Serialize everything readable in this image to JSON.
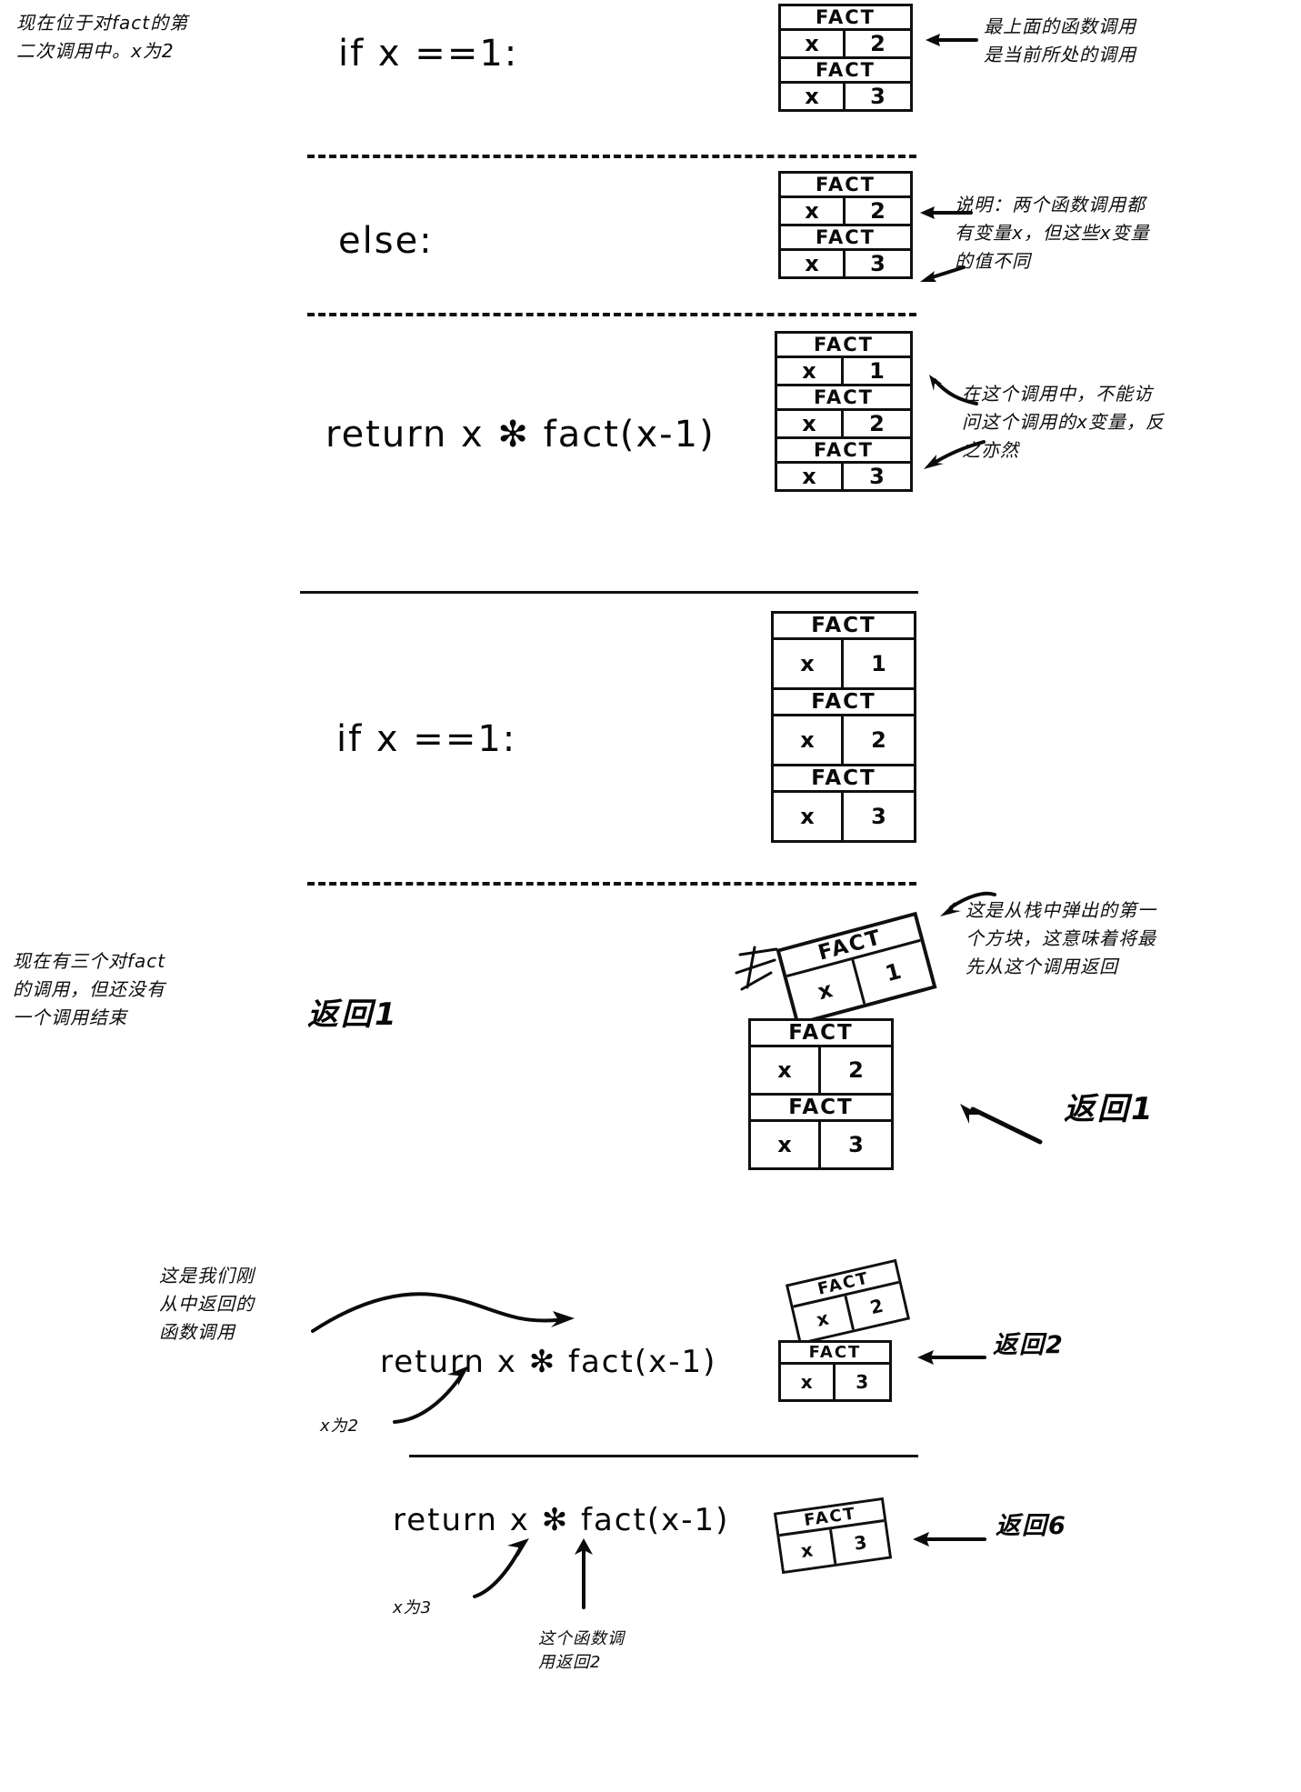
{
  "diagram": {
    "title_topic": "fact recursion call stack",
    "frame_label": "FACT",
    "var_name": "x"
  },
  "sections": [
    {
      "id": "s1",
      "code": "if x ==1:",
      "left_note": "现在位于对fact的第\n二次调用中。x为2",
      "right_note": "最上面的函数调用\n是当前所处的调用",
      "stack": [
        {
          "label": "FACT",
          "var": "x",
          "value": "2"
        },
        {
          "label": "FACT",
          "var": "x",
          "value": "3"
        }
      ]
    },
    {
      "id": "s2",
      "code": "else:",
      "right_note": "说明：两个函数调用都\n有变量x，但这些x变量\n的值不同",
      "stack": [
        {
          "label": "FACT",
          "var": "x",
          "value": "2"
        },
        {
          "label": "FACT",
          "var": "x",
          "value": "3"
        }
      ]
    },
    {
      "id": "s3",
      "code": "return x ✻ fact(x-1)",
      "right_note": "在这个调用中，不能访\n问这个调用的x变量，反\n之亦然",
      "stack": [
        {
          "label": "FACT",
          "var": "x",
          "value": "1"
        },
        {
          "label": "FACT",
          "var": "x",
          "value": "2"
        },
        {
          "label": "FACT",
          "var": "x",
          "value": "3"
        }
      ]
    },
    {
      "id": "s4",
      "code": "if x ==1:",
      "stack": [
        {
          "label": "FACT",
          "var": "x",
          "value": "1"
        },
        {
          "label": "FACT",
          "var": "x",
          "value": "2"
        },
        {
          "label": "FACT",
          "var": "x",
          "value": "3"
        }
      ]
    },
    {
      "id": "s5",
      "code": "返回1",
      "left_note": "现在有三个对fact\n的调用，但还没有\n一个调用结束",
      "right_note": "这是从栈中弹出的第一\n个方块，这意味着将最\n先从这个调用返回",
      "return_label": "返回1",
      "popped": {
        "label": "FACT",
        "var": "x",
        "value": "1"
      },
      "stack": [
        {
          "label": "FACT",
          "var": "x",
          "value": "2"
        },
        {
          "label": "FACT",
          "var": "x",
          "value": "3"
        }
      ]
    },
    {
      "id": "s6",
      "code": "return x ✻ fact(x-1)",
      "left_note": "这是我们刚\n从中返回的\n函数调用",
      "x_note": "x为2",
      "return_label": "返回2",
      "popped": {
        "label": "FACT",
        "var": "x",
        "value": "2"
      },
      "stack": [
        {
          "label": "FACT",
          "var": "x",
          "value": "3"
        }
      ]
    },
    {
      "id": "s7",
      "code": "return x ✻ fact(x-1)",
      "x_note": "x为3",
      "call_note": "这个函数调\n用返回2",
      "return_label": "返回6",
      "popped": {
        "label": "FACT",
        "var": "x",
        "value": "3"
      },
      "stack": []
    }
  ]
}
